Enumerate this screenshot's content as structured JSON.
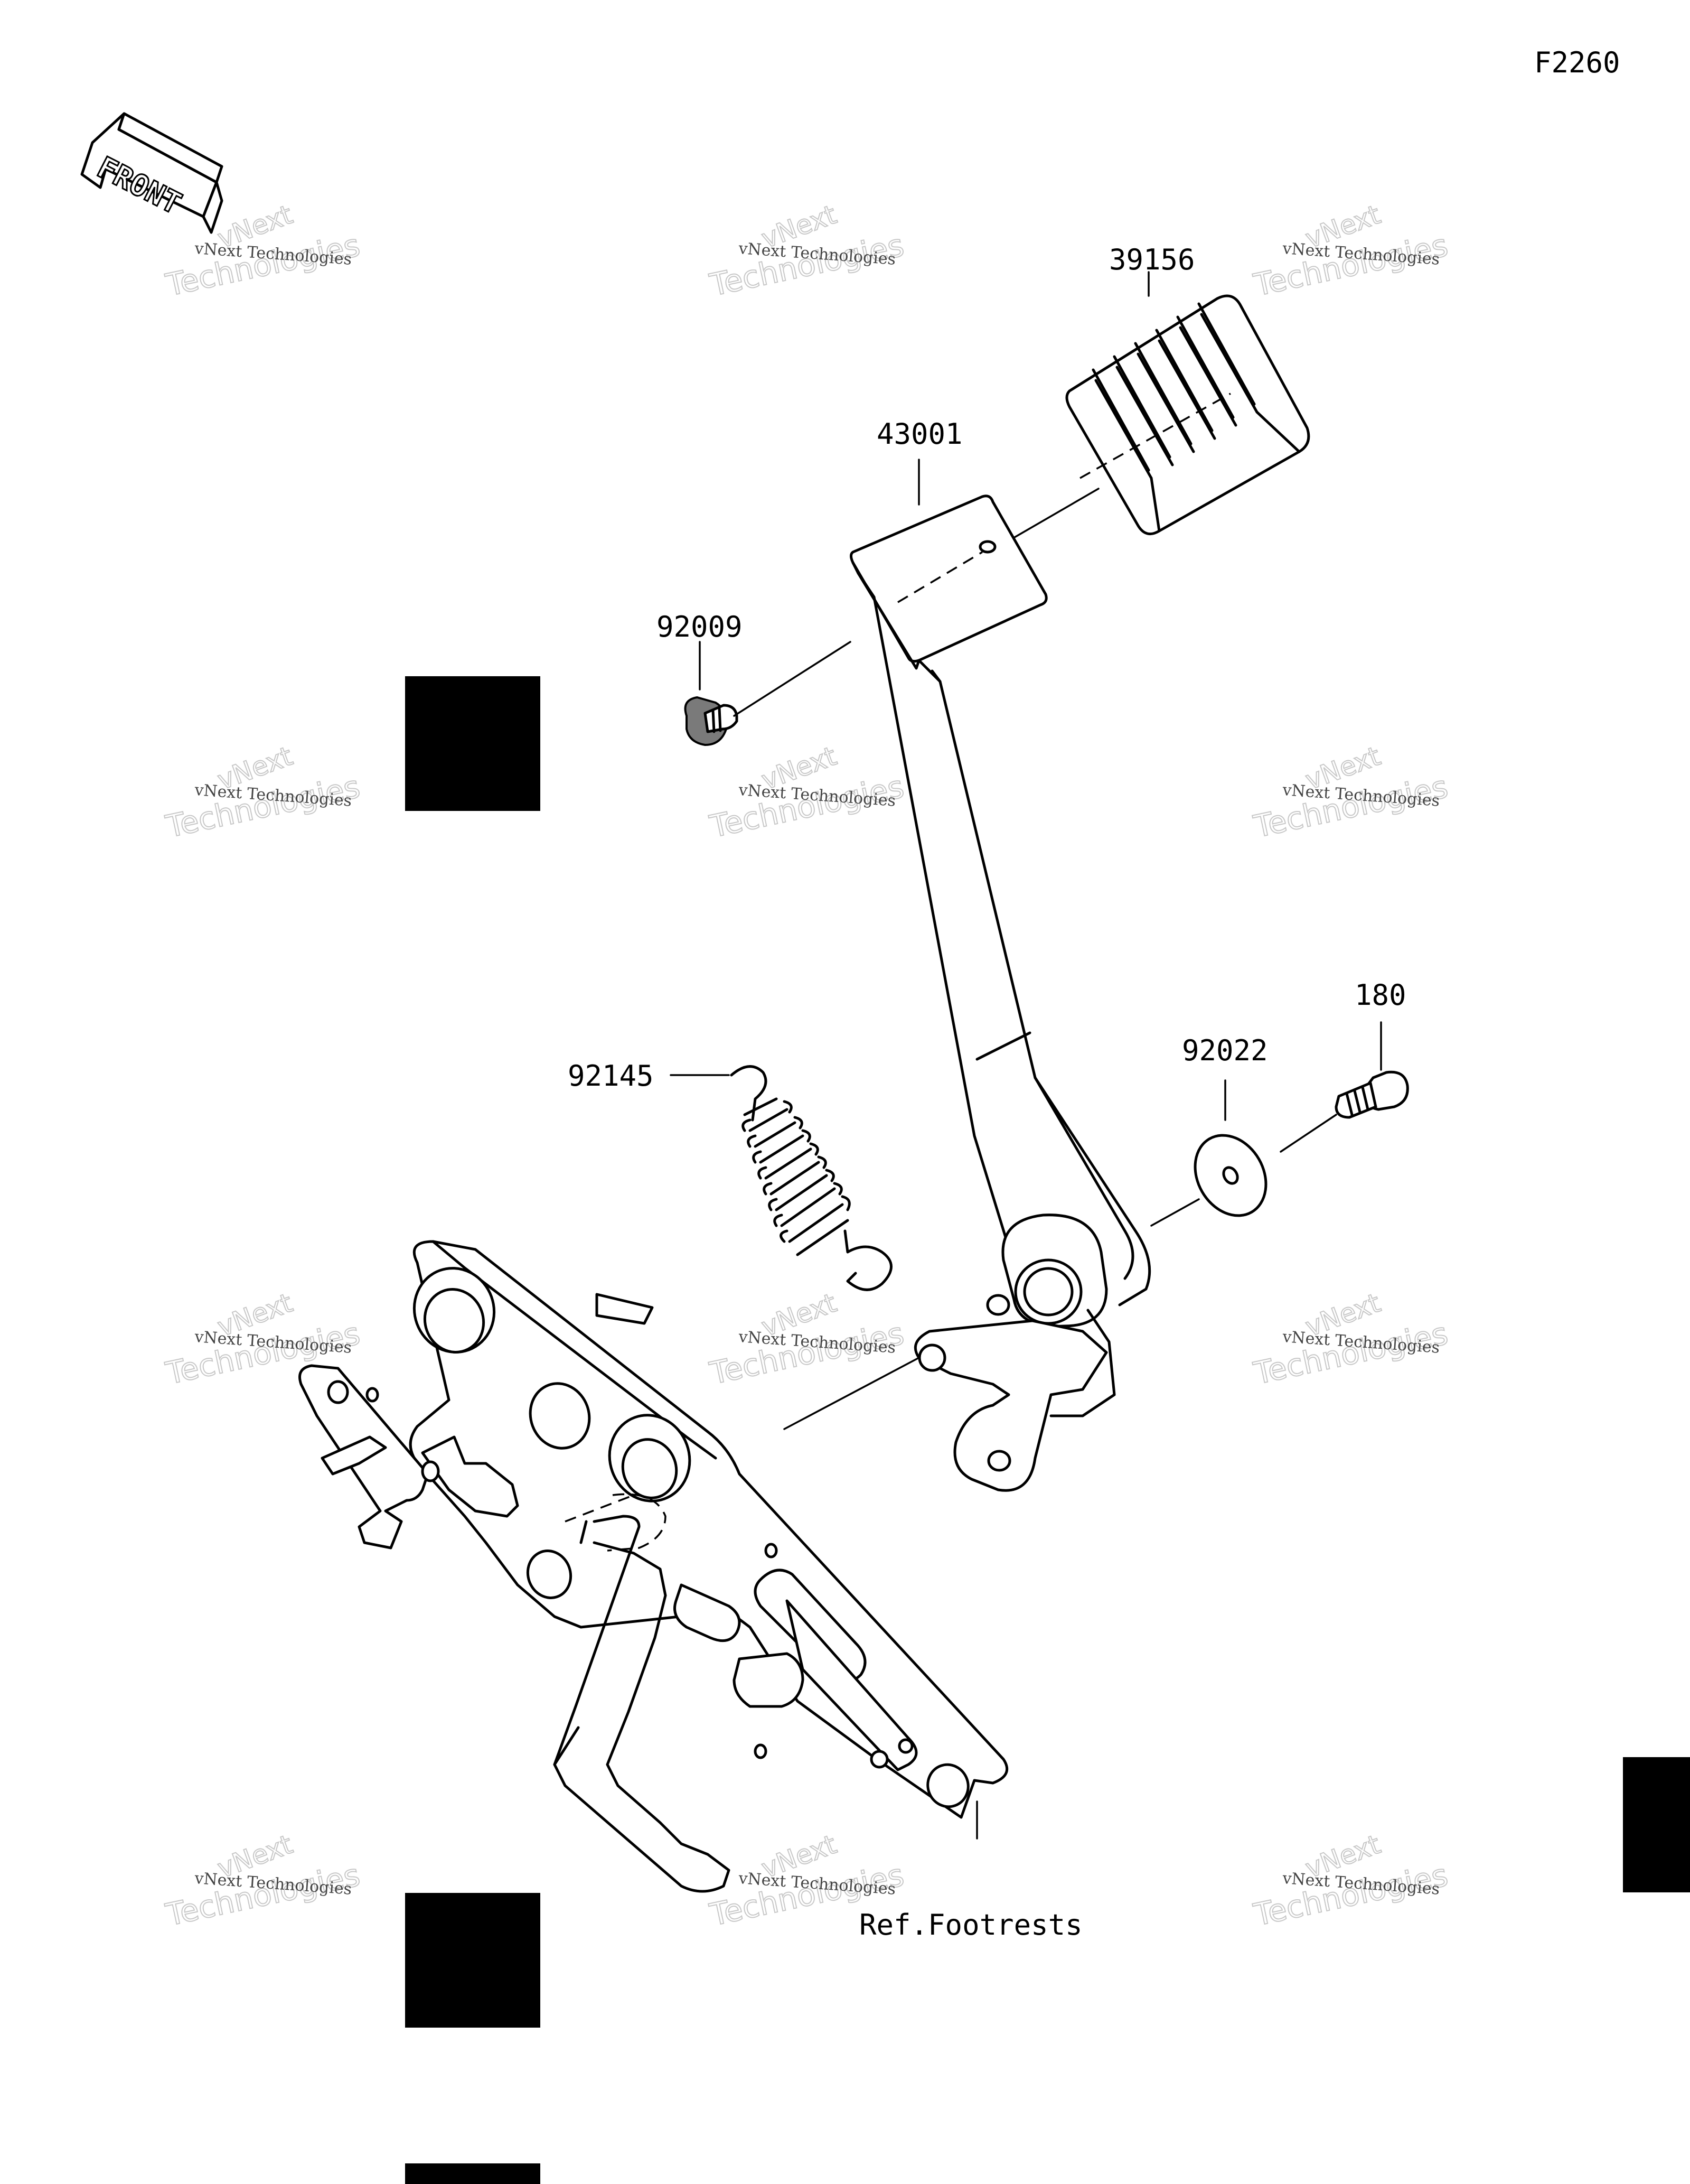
{
  "figure_code": "F2260",
  "front_label": "FRONT",
  "parts": {
    "p39156": "39156",
    "p43001": "43001",
    "p92009": "92009",
    "p92145": "92145",
    "p92022": "92022",
    "p180": "180"
  },
  "reference": "Ref.Footrests",
  "watermark": {
    "line1": "vNext Technologies",
    "line2": "Technologies",
    "line3": "vNext"
  }
}
